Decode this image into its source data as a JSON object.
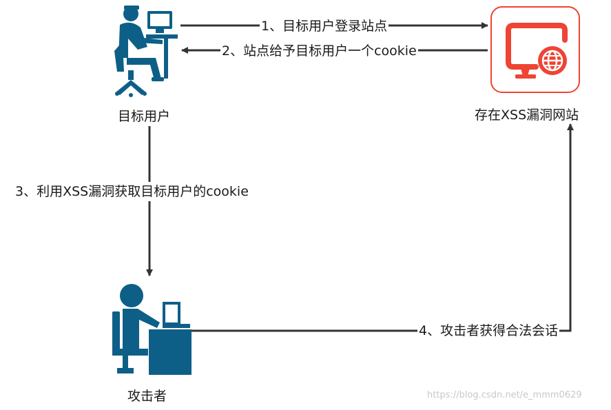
{
  "nodes": {
    "user": {
      "caption": "目标用户"
    },
    "website": {
      "caption": "存在XSS漏洞网站"
    },
    "attacker": {
      "caption": "攻击者"
    }
  },
  "edges": [
    {
      "id": "e1",
      "label": "1、目标用户登录站点",
      "from": "user",
      "to": "website"
    },
    {
      "id": "e2",
      "label": "2、站点给予目标用户一个cookie",
      "from": "website",
      "to": "user"
    },
    {
      "id": "e3",
      "label": "3、利用XSS漏洞获取目标用户的cookie",
      "from": "user",
      "to": "attacker"
    },
    {
      "id": "e4",
      "label": "4、攻击者获得合法会话",
      "from": "attacker",
      "to": "website"
    }
  ],
  "watermark": "https://blog.csdn.net/e_mmm0629",
  "colors": {
    "icon": "#0e5f87",
    "site": "#ee4433",
    "line": "#333333"
  }
}
